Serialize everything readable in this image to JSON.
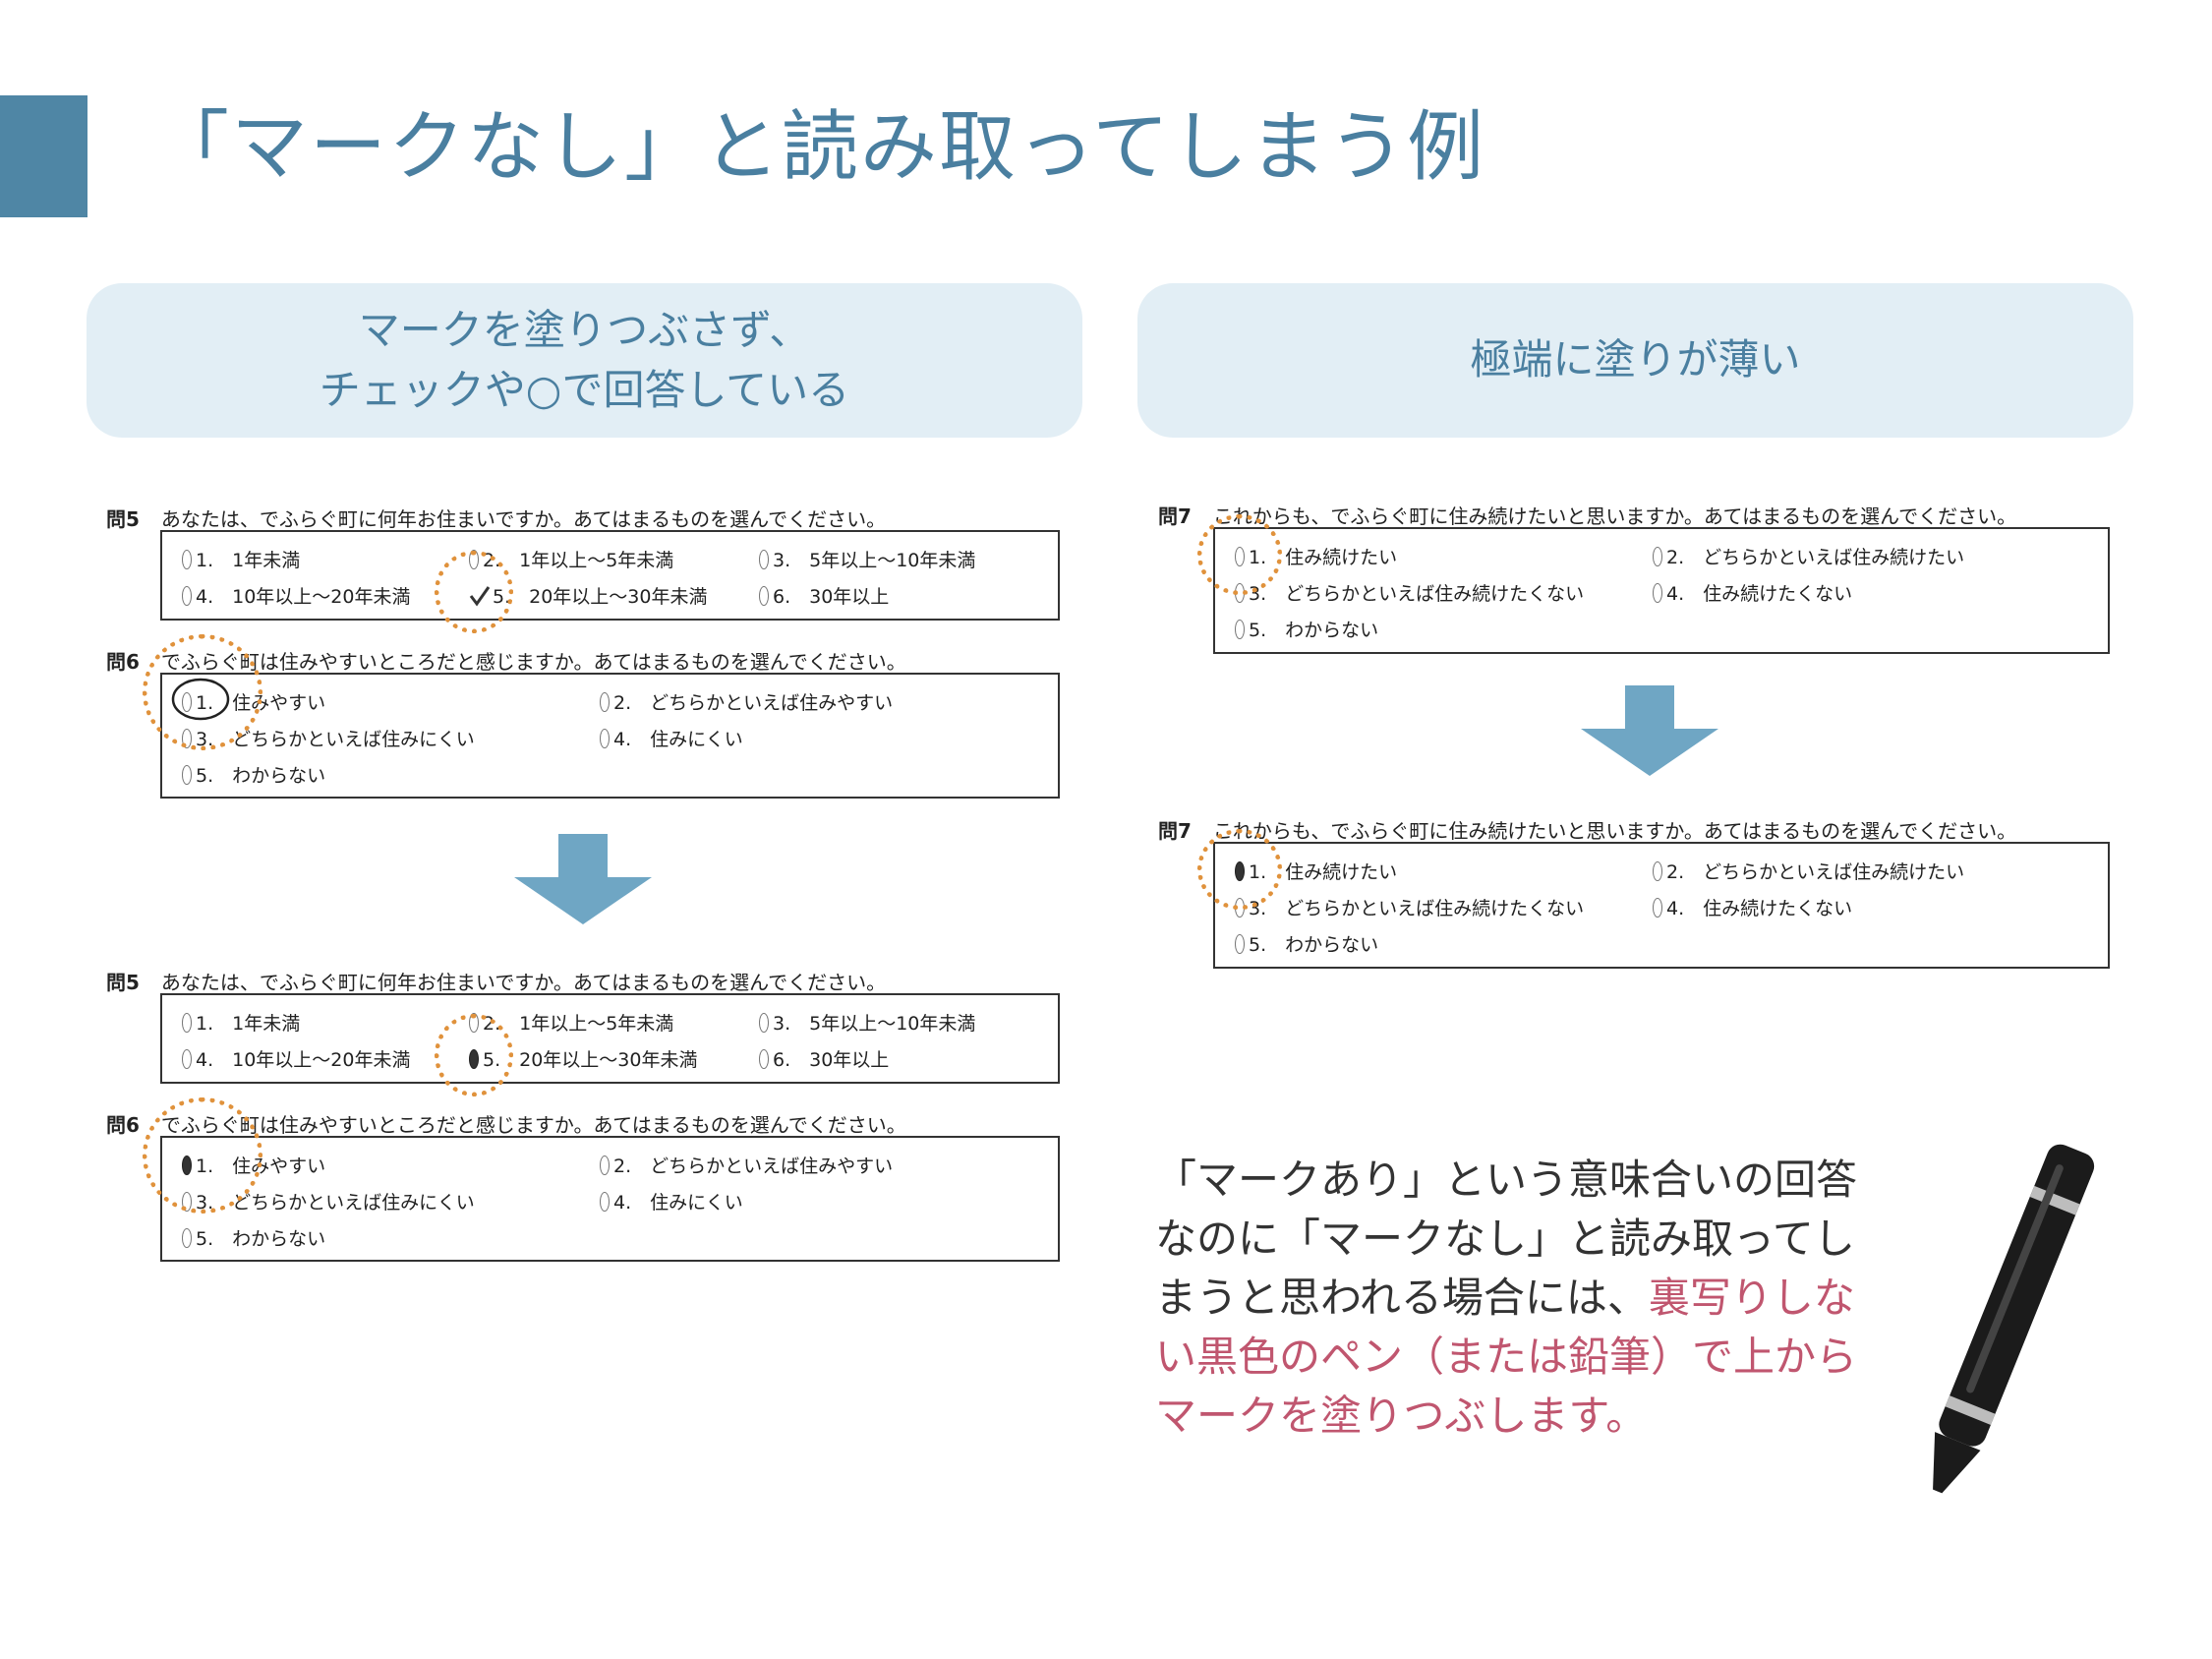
{
  "title": "「マークなし」と読み取ってしまう例",
  "panels": {
    "left_heading_line1": "マークを塗りつぶさず、",
    "left_heading_line2": "チェックや○で回答している",
    "right_heading": "極端に塗りが薄い"
  },
  "q5": {
    "num": "問5",
    "text": "あなたは、でふらぐ町に何年お住まいですか。あてはまるものを選んでください。",
    "options": [
      "1.　1年未満",
      "2.　1年以上～5年未満",
      "3.　5年以上～10年未満",
      "4.　10年以上～20年未満",
      "5.　20年以上～30年未満",
      "6.　30年以上"
    ]
  },
  "q6": {
    "num": "問6",
    "text": "でふらぐ町は住みやすいところだと感じますか。あてはまるものを選んでください。",
    "options": [
      "1.　住みやすい",
      "2.　どちらかといえば住みやすい",
      "3.　どちらかといえば住みにくい",
      "4.　住みにくい",
      "5.　わからない"
    ]
  },
  "q7": {
    "num": "問7",
    "text": "これからも、でふらぐ町に住み続けたいと思いますか。あてはまるものを選んでください。",
    "options": [
      "1.　住み続けたい",
      "2.　どちらかといえば住み続けたい",
      "3.　どちらかといえば住み続けたくない",
      "4.　住み続けたくない",
      "5.　わからない"
    ]
  },
  "explanation": {
    "normal": "「マークあり」という意味合いの回答なのに「マークなし」と読み取ってしまうと思われる場合には、",
    "highlight": "裏写りしない黒色のペン（または鉛筆）で上からマークを塗りつぶします。"
  },
  "colors": {
    "accent": "#4f86a5",
    "title": "#4a7fa0",
    "pill_bg": "#e2eef5",
    "highlight": "#c0566f",
    "dotted_circle": "#e0923c",
    "arrow": "#6fa6c4"
  }
}
